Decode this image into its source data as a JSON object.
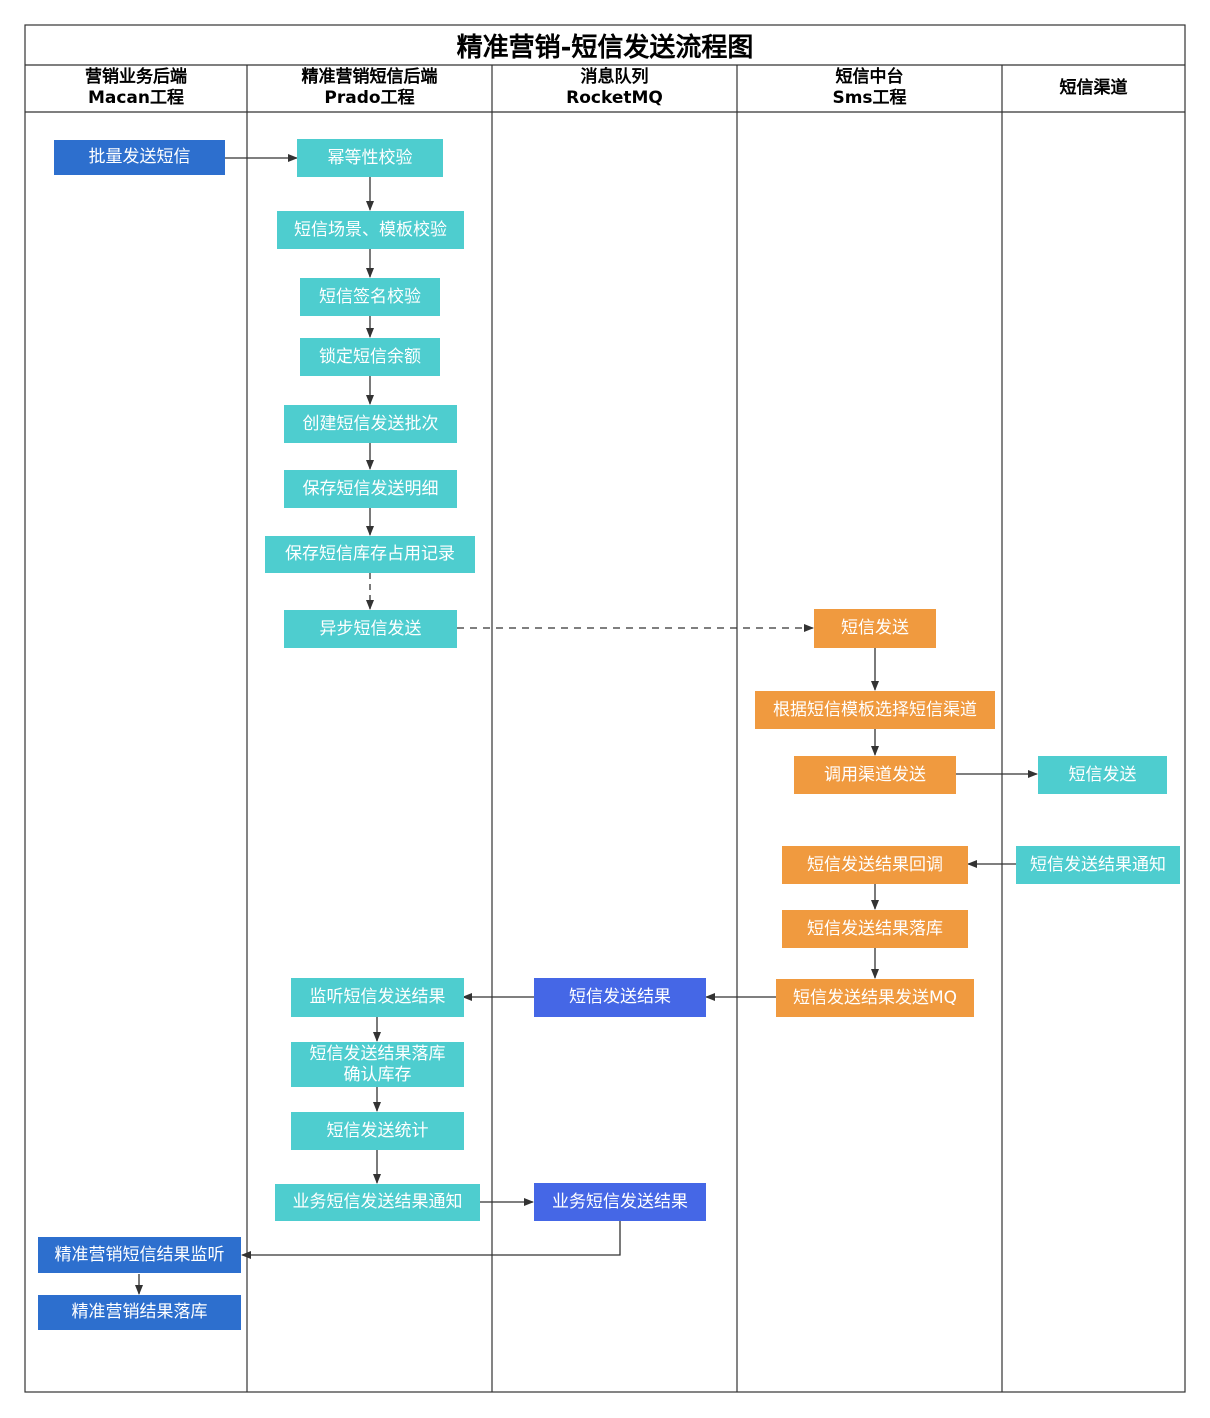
{
  "title": "精准营销-短信发送流程图",
  "lanes": [
    {
      "title": "营销业务后端",
      "subtitle": "Macan工程"
    },
    {
      "title": "精准营销短信后端",
      "subtitle": "Prado工程"
    },
    {
      "title": "消息队列",
      "subtitle": "RocketMQ"
    },
    {
      "title": "短信中台",
      "subtitle": "Sms工程"
    },
    {
      "title": "短信渠道",
      "subtitle": ""
    }
  ],
  "nodes": {
    "batch_send": "批量发送短信",
    "idempotency_check": "幂等性校验",
    "scene_template_check": "短信场景、模板校验",
    "signature_check": "短信签名校验",
    "lock_balance": "锁定短信余额",
    "create_batch": "创建短信发送批次",
    "save_detail": "保存短信发送明细",
    "save_stock_record": "保存短信库存占用记录",
    "async_send": "异步短信发送",
    "sms_send": "短信发送",
    "select_channel": "根据短信模板选择短信渠道",
    "call_channel": "调用渠道发送",
    "channel_send": "短信发送",
    "result_callback": "短信发送结果回调",
    "result_notify_channel": "短信发送结果通知",
    "result_persist": "短信发送结果落库",
    "result_mq_send": "短信发送结果发送MQ",
    "mq_result": "短信发送结果",
    "listen_result": "监听短信发送结果",
    "persist_confirm_line1": "短信发送结果落库",
    "persist_confirm_line2": "确认库存",
    "send_stats": "短信发送统计",
    "biz_notify": "业务短信发送结果通知",
    "mq_biz_result": "业务短信发送结果",
    "marketing_listen": "精准营销短信结果监听",
    "marketing_persist": "精准营销结果落库"
  },
  "colors": {
    "macan": "#2d6fce",
    "prado": "#4ecdcf",
    "mq": "#4567e6",
    "sms": "#f09a3f",
    "channel": "#4ecdcf",
    "line": "#333333"
  }
}
